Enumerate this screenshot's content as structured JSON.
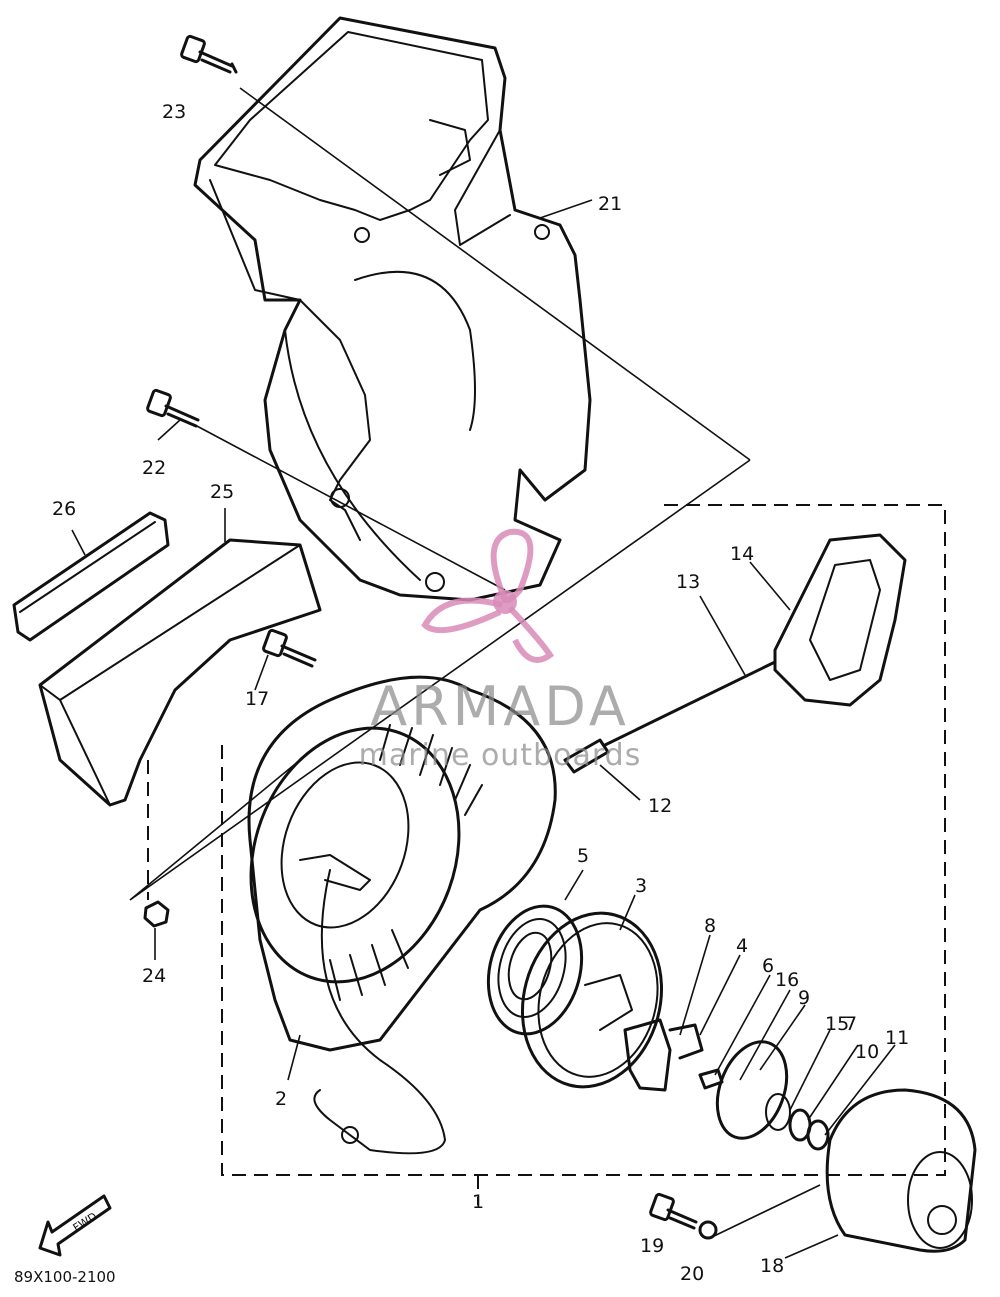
{
  "diagram_code": "89X100-2100",
  "fwd_label": "FWD",
  "watermark": {
    "brand": "ARMADA",
    "tagline": "marine outboards",
    "logo_color": "#d98bb8"
  },
  "parts": [
    {
      "key": "p1",
      "label": "1"
    },
    {
      "key": "p2",
      "label": "2"
    },
    {
      "key": "p3",
      "label": "3"
    },
    {
      "key": "p4",
      "label": "4"
    },
    {
      "key": "p5",
      "label": "5"
    },
    {
      "key": "p6",
      "label": "6"
    },
    {
      "key": "p7",
      "label": "7"
    },
    {
      "key": "p8",
      "label": "8"
    },
    {
      "key": "p9",
      "label": "9"
    },
    {
      "key": "p10",
      "label": "10"
    },
    {
      "key": "p11",
      "label": "11"
    },
    {
      "key": "p12",
      "label": "12"
    },
    {
      "key": "p13",
      "label": "13"
    },
    {
      "key": "p14",
      "label": "14"
    },
    {
      "key": "p15",
      "label": "15"
    },
    {
      "key": "p16",
      "label": "16"
    },
    {
      "key": "p17",
      "label": "17"
    },
    {
      "key": "p18",
      "label": "18"
    },
    {
      "key": "p19",
      "label": "19"
    },
    {
      "key": "p20",
      "label": "20"
    },
    {
      "key": "p21",
      "label": "21"
    },
    {
      "key": "p22",
      "label": "22"
    },
    {
      "key": "p23",
      "label": "23"
    },
    {
      "key": "p24",
      "label": "24"
    },
    {
      "key": "p25",
      "label": "25"
    },
    {
      "key": "p26",
      "label": "26"
    }
  ]
}
